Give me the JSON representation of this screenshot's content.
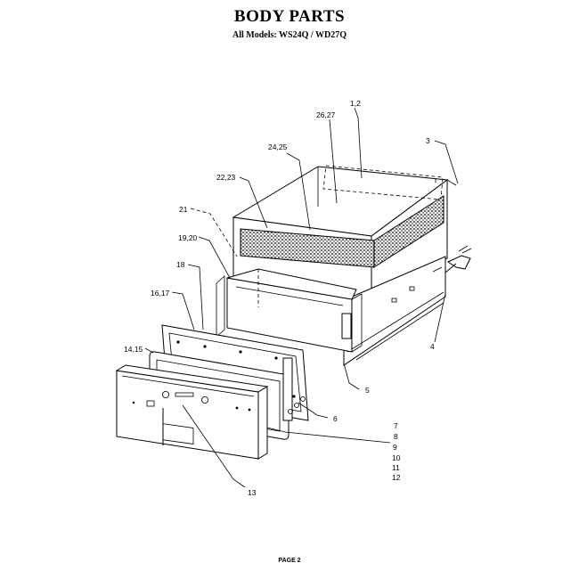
{
  "header": {
    "title": "BODY PARTS",
    "subtitle": "All Models: WS24Q / WD27Q"
  },
  "footer": {
    "page": "PAGE 2"
  },
  "callouts": {
    "c_1_2": "1,2",
    "c_26_27": "26,27",
    "c_24_25": "24,25",
    "c_3": "3",
    "c_22_23": "22,23",
    "c_21": "21",
    "c_19_20": "19,20",
    "c_18": "18",
    "c_16_17": "16,17",
    "c_14_15": "14,15",
    "c_4": "4",
    "c_5": "5",
    "c_6": "6",
    "c_7": "7",
    "c_8": "8",
    "c_9": "9",
    "c_10": "10",
    "c_11": "11",
    "c_12": "12",
    "c_13": "13"
  }
}
